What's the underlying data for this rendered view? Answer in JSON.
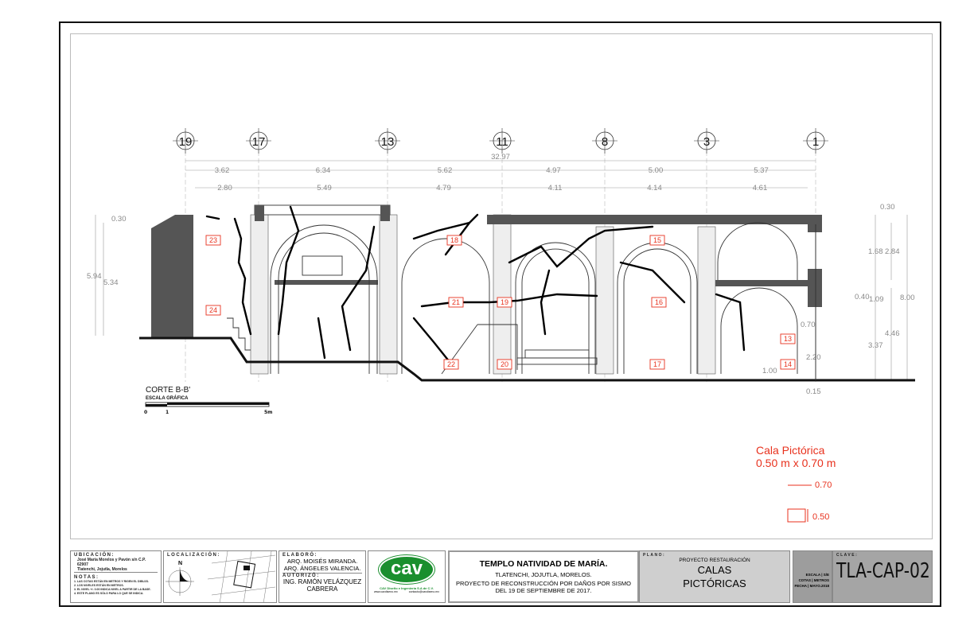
{
  "drawing": {
    "section_title": "CORTE B-B'",
    "scale_label": "ESCALA GRÁFICA",
    "scale_ticks": [
      "0",
      "1",
      "5m"
    ],
    "axes": [
      "19",
      "17",
      "13",
      "11",
      "8",
      "3",
      "1"
    ],
    "overall_dim": "32.97",
    "dims_row1": [
      "3.62",
      "6.34",
      "5.62",
      "4.97",
      "5.00",
      "5.37"
    ],
    "dims_row2": [
      "2.80",
      "5.49",
      "4.79",
      "4.11",
      "4.14",
      "4.61"
    ],
    "left_dims": [
      "0.30",
      "5.94",
      "5.34"
    ],
    "right_dims": [
      "0.30",
      "1.68",
      "2.84",
      "0.40",
      "1.09",
      "8.00",
      "4.46",
      "3.37",
      "0.70",
      "2.20",
      "1.00",
      "0.15"
    ],
    "calas": [
      "23",
      "24",
      "18",
      "21",
      "19",
      "22",
      "20",
      "15",
      "16",
      "17",
      "13",
      "14"
    ]
  },
  "legend": {
    "title": "Cala Pictórica",
    "size": "0.50 m x 0.70 m",
    "width": "0.70",
    "height": "0.50",
    "color": "#e8321e"
  },
  "title_block": {
    "ubicacion_label": "UBICACIÓN:",
    "ubicacion_1": "José María Morelos y Pavón s/n C.P. 62907",
    "ubicacion_2": "Tlatenchi, Jojutla, Morelos",
    "notas_label": "NOTAS:",
    "notas": [
      "1. LAS COTAS ESTÁN EN METROS Y RIGEN EL DIBUJO.",
      "2. LOS NIVELES ESTÁN EN METROS.",
      "3. EL NIVEL +/- 0.00 INDICA NIVEL A PARTIR DE LA BASE.",
      "4. ESTE PLANO ES SÓLO PARA LO QUE SE INDICA."
    ],
    "localizacion_label": "LOCALIZACIÓN:",
    "north": "N",
    "elaboro_label": "ELABORÓ:",
    "elaboro_1": "ARQ. MOISÉS MIRANDA.",
    "elaboro_2": "ARQ. ÁNGELES VALENCIA.",
    "autorizo_label": "AUTORIZÓ:",
    "autorizo_1": "ING. RAMÓN VELÁZQUEZ",
    "autorizo_2": "CABRERA",
    "logo": "cav",
    "company": "CAV Diseño e Ingeniería S.A de C.V.",
    "web": "www.cavdiseno.mx",
    "email": "contacto@cavdiseno.mx",
    "project_title": "TEMPLO NATIVIDAD DE MARÍA.",
    "project_place": "TLATENCHI, JOJUTLA, MORELOS.",
    "project_desc_1": "PROYECTO DE RECONSTRUCCIÓN POR DAÑOS POR SISMO",
    "project_desc_2": "DEL 19 DE SEPTIEMBRE DE 2017.",
    "plano_label": "PLANO:",
    "plano_sub": "PROYECTO  RESTAURACIÓN",
    "plano_1": "CALAS",
    "plano_2": "PICTÓRICAS",
    "escala": "ESCALA | S/E",
    "cotas": "COTAS | METROS",
    "fecha": "FECHA | MAYO.2018",
    "clave_label": "CLAVE:",
    "clave": "TLA-CAP-02"
  }
}
